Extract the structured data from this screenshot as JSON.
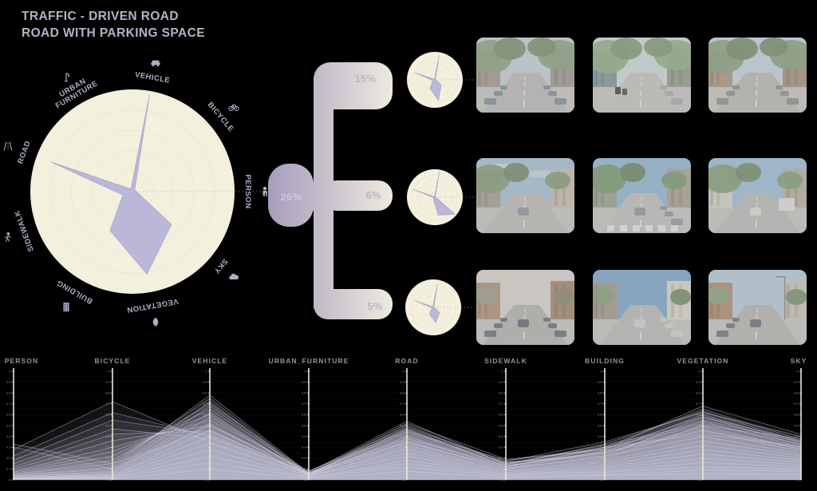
{
  "title": {
    "line1": "TRAFFIC - DRIVEN ROAD",
    "line2": "ROAD WITH PARKING SPACE"
  },
  "colors": {
    "background": "#000000",
    "title_text": "#b6b1c5",
    "radar_disc": "#f3f0dd",
    "radar_polygon": "#b5b2d8",
    "tree_gradient_start": "#a59dbb",
    "tree_gradient_end": "#f0ecdf",
    "percent_text": "#bdb7c9",
    "pc_line": "#d9d5e8",
    "pc_axis": "#ece7d8",
    "pc_axis_label": "#8f9996"
  },
  "chart_data": [
    {
      "id": "radar_main",
      "type": "radar",
      "title": "",
      "max": 1,
      "categories": [
        {
          "name": "person",
          "label": [
            "PERSON"
          ],
          "icon": "person-icon",
          "angle": 0
        },
        {
          "name": "bicycle",
          "label": [
            "BICYCLE"
          ],
          "icon": "bicycle-icon",
          "angle": 40
        },
        {
          "name": "vehicle",
          "label": [
            "VEHICLE"
          ],
          "icon": "vehicle-icon",
          "angle": 80
        },
        {
          "name": "urban-furniture",
          "label": [
            "URBAN",
            "FURNITURE"
          ],
          "icon": "urban-furniture-icon",
          "angle": 120
        },
        {
          "name": "road",
          "label": [
            "ROAD"
          ],
          "icon": "road-icon",
          "angle": 160
        },
        {
          "name": "sidewalk",
          "label": [
            "SIDEWALK"
          ],
          "icon": "sidewalk-icon",
          "angle": 200
        },
        {
          "name": "building",
          "label": [
            "BUILDING"
          ],
          "icon": "building-icon",
          "angle": 240
        },
        {
          "name": "vegetation",
          "label": [
            "VEGETATION"
          ],
          "icon": "vegetation-icon",
          "angle": 280
        },
        {
          "name": "sky",
          "label": [
            "SKY"
          ],
          "icon": "sky-icon",
          "angle": 320
        }
      ],
      "values": [
        0.04,
        0.03,
        0.97,
        0.03,
        0.85,
        0.1,
        0.44,
        0.82,
        0.5
      ]
    },
    {
      "id": "tree",
      "type": "tree",
      "root": {
        "label": "26%"
      },
      "branches": [
        {
          "label": "15%"
        },
        {
          "label": "6%"
        },
        {
          "label": "5%"
        }
      ]
    },
    {
      "id": "radar_minis",
      "type": "radar-small-multiples",
      "minis": [
        {
          "share": "15%",
          "values": [
            0.04,
            0.03,
            0.9,
            0.03,
            0.75,
            0.08,
            0.35,
            0.75,
            0.3
          ]
        },
        {
          "share": "6%",
          "values": [
            0.03,
            0.02,
            0.95,
            0.02,
            0.88,
            0.05,
            0.1,
            0.65,
            0.95
          ]
        },
        {
          "share": "5%",
          "values": [
            0.04,
            0.03,
            0.85,
            0.03,
            0.72,
            0.05,
            0.28,
            0.55,
            0.3
          ]
        }
      ]
    },
    {
      "id": "parallel",
      "type": "line",
      "subtype": "parallel-coordinates",
      "axes": [
        "PERSON",
        "BICYCLE",
        "VEHICLE",
        "URBAN_FURNITURE",
        "ROAD",
        "SIDEWALK",
        "BUILDING",
        "VEGETATION",
        "SKY"
      ],
      "axis_range": [
        0,
        1
      ],
      "ticks": [
        "0",
        "0.1",
        "0.2",
        "0.3",
        "0.4",
        "0.5",
        "0.6",
        "0.7",
        "0.8",
        "0.9",
        "1"
      ],
      "grid": true,
      "rows": [
        [
          0.33,
          0.15,
          0.45,
          0.06,
          0.42,
          0.15,
          0.3,
          0.5,
          0.38
        ],
        [
          0.3,
          0.1,
          0.5,
          0.08,
          0.45,
          0.18,
          0.28,
          0.55,
          0.35
        ],
        [
          0.28,
          0.72,
          0.35,
          0.05,
          0.38,
          0.12,
          0.25,
          0.45,
          0.3
        ],
        [
          0.22,
          0.62,
          0.4,
          0.06,
          0.4,
          0.14,
          0.32,
          0.52,
          0.33
        ],
        [
          0.18,
          0.55,
          0.42,
          0.05,
          0.36,
          0.1,
          0.27,
          0.48,
          0.28
        ],
        [
          0.15,
          0.47,
          0.38,
          0.07,
          0.34,
          0.12,
          0.3,
          0.42,
          0.31
        ],
        [
          0.12,
          0.42,
          0.45,
          0.05,
          0.44,
          0.16,
          0.22,
          0.58,
          0.36
        ],
        [
          0.1,
          0.36,
          0.5,
          0.06,
          0.46,
          0.13,
          0.26,
          0.6,
          0.34
        ],
        [
          0.08,
          0.3,
          0.55,
          0.08,
          0.48,
          0.17,
          0.35,
          0.62,
          0.4
        ],
        [
          0.07,
          0.26,
          0.6,
          0.05,
          0.5,
          0.15,
          0.3,
          0.65,
          0.37
        ],
        [
          0.06,
          0.22,
          0.65,
          0.06,
          0.52,
          0.19,
          0.28,
          0.68,
          0.42
        ],
        [
          0.05,
          0.18,
          0.7,
          0.07,
          0.54,
          0.14,
          0.33,
          0.63,
          0.35
        ],
        [
          0.05,
          0.15,
          0.75,
          0.05,
          0.47,
          0.12,
          0.29,
          0.58,
          0.32
        ],
        [
          0.04,
          0.12,
          0.78,
          0.06,
          0.44,
          0.16,
          0.24,
          0.54,
          0.3
        ],
        [
          0.04,
          0.1,
          0.72,
          0.04,
          0.4,
          0.11,
          0.2,
          0.5,
          0.28
        ],
        [
          0.03,
          0.08,
          0.68,
          0.05,
          0.38,
          0.13,
          0.26,
          0.46,
          0.26
        ],
        [
          0.03,
          0.07,
          0.62,
          0.04,
          0.35,
          0.1,
          0.22,
          0.4,
          0.24
        ],
        [
          0.02,
          0.06,
          0.58,
          0.05,
          0.32,
          0.09,
          0.18,
          0.36,
          0.22
        ],
        [
          0.02,
          0.05,
          0.52,
          0.03,
          0.3,
          0.08,
          0.16,
          0.32,
          0.2
        ],
        [
          0.02,
          0.04,
          0.46,
          0.04,
          0.28,
          0.07,
          0.14,
          0.28,
          0.18
        ],
        [
          0.02,
          0.04,
          0.4,
          0.03,
          0.25,
          0.06,
          0.12,
          0.24,
          0.16
        ],
        [
          0.01,
          0.03,
          0.34,
          0.03,
          0.22,
          0.05,
          0.1,
          0.2,
          0.14
        ],
        [
          0.01,
          0.03,
          0.28,
          0.02,
          0.18,
          0.05,
          0.08,
          0.16,
          0.12
        ],
        [
          0.01,
          0.02,
          0.22,
          0.02,
          0.15,
          0.04,
          0.07,
          0.12,
          0.1
        ],
        [
          0.01,
          0.02,
          0.16,
          0.02,
          0.12,
          0.03,
          0.05,
          0.09,
          0.08
        ],
        [
          0.01,
          0.01,
          0.1,
          0.01,
          0.08,
          0.02,
          0.04,
          0.06,
          0.05
        ]
      ]
    }
  ],
  "photos": [
    {
      "desc": "Tree-lined street, parked cars and a blue van on the right",
      "layout": "canyon",
      "sky": "#cdd9e0",
      "foliage": "#8fae7e",
      "foliage2": "#7d9a6b",
      "bldgL": "#b3a493",
      "bldgR": "#a9a294",
      "road": "#c7c5bf",
      "car": "#7f98a8",
      "carsL": true,
      "carsR": true,
      "clouds": false,
      "crosswalk": false
    },
    {
      "desc": "Sidewalk with planters and waste bins beside tree-lined road",
      "layout": "canyon",
      "sky": "#d6e4e6",
      "foliage": "#93bb84",
      "foliage2": "#7fa770",
      "bldgL": "#7fa5a2",
      "bldgR": "#9aa890",
      "road": "#cdd0c9",
      "car": "#aeb4b8",
      "carsL": false,
      "carsR": true,
      "bins": true
    },
    {
      "desc": "Narrow street with cars parked on both sides under trees",
      "layout": "canyon",
      "sky": "#c8ddec",
      "foliage": "#8cab79",
      "foliage2": "#789867",
      "bldgL": "#bb9e82",
      "bldgR": "#b39a80",
      "road": "#c4c2bb",
      "car": "#9b958f",
      "carsL": true,
      "carsR": true
    },
    {
      "desc": "Wide avenue curving right with trees and apartment blocks",
      "layout": "avenue",
      "sky": "#a8cde6",
      "foliage": "#87a877",
      "foliage2": "#739465",
      "bldgL": "#b4a896",
      "bldgR": "#d6c6b0",
      "road": "#c8c6c1",
      "car": "#95a0a8",
      "clouds": true
    },
    {
      "desc": "Avenue with crosswalk, median trees and parked cars",
      "layout": "avenue",
      "sky": "#8fc3e8",
      "foliage": "#7aa56c",
      "foliage2": "#68915b",
      "bldgL": "#9eae92",
      "bldgR": "#b9ab94",
      "road": "#cbcac5",
      "car": "#98a1a9",
      "crosswalk": true,
      "carsR": true
    },
    {
      "desc": "Avenue with white buildings, lane markings and a truck",
      "layout": "avenue",
      "sky": "#9ccbee",
      "foliage": "#84ab72",
      "foliage2": "#6f9860",
      "bldgL": "#e0dacd",
      "bldgR": "#c7b9a4",
      "road": "#c6c6c1",
      "car": "#e8e6e0",
      "truck": true
    },
    {
      "desc": "Street flanked by ochre buildings, parked cars, hazy sky",
      "layout": "urban",
      "sky": "#e4dfd6",
      "foliage": "#a8a58c",
      "foliage2": "#93906f",
      "bldgL": "#c59a73",
      "bldgR": "#b5906a",
      "road": "#c0beb8",
      "car": "#6e757e",
      "carsL": true,
      "carsR": true
    },
    {
      "desc": "Avenue toward white tower blocks, car ahead, blue sky",
      "layout": "urban",
      "sky": "#79b4e6",
      "foliage": "#8aab78",
      "foliage2": "#749664",
      "bldgL": "#b0a18c",
      "bldgR": "#e6e0d4",
      "road": "#c5c5c0",
      "car": "#dcdad4",
      "carsR": true
    },
    {
      "desc": "Street with brick building, streetlight mast, parked cars",
      "layout": "urban",
      "sky": "#bad7ea",
      "foliage": "#90b17e",
      "foliage2": "#7a9c68",
      "bldgL": "#c2946c",
      "bldgR": "#d6cfc0",
      "road": "#c2c0ba",
      "car": "#767c86",
      "lamp": true,
      "carsL": true
    }
  ]
}
